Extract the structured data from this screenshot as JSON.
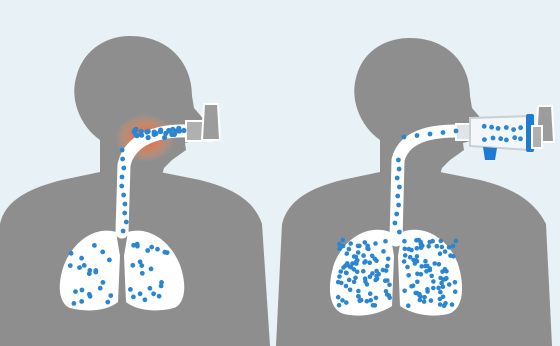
{
  "colors": {
    "background": "#e8f1f5",
    "silhouette": "#8e8e8e",
    "airway": "#ffffff",
    "particle": "#2b86d1",
    "irritation": "#e8573a",
    "inhaler_body": "#9c9c9c",
    "spacer_accent": "#1f7bd1"
  },
  "panels": [
    {
      "name": "inhaler-only",
      "device": "inhaler-icon",
      "deposition": "throat",
      "lung_particle_density": "low"
    },
    {
      "name": "inhaler-with-spacer",
      "device": "spacer-icon",
      "deposition": "lungs",
      "lung_particle_density": "high"
    }
  ]
}
